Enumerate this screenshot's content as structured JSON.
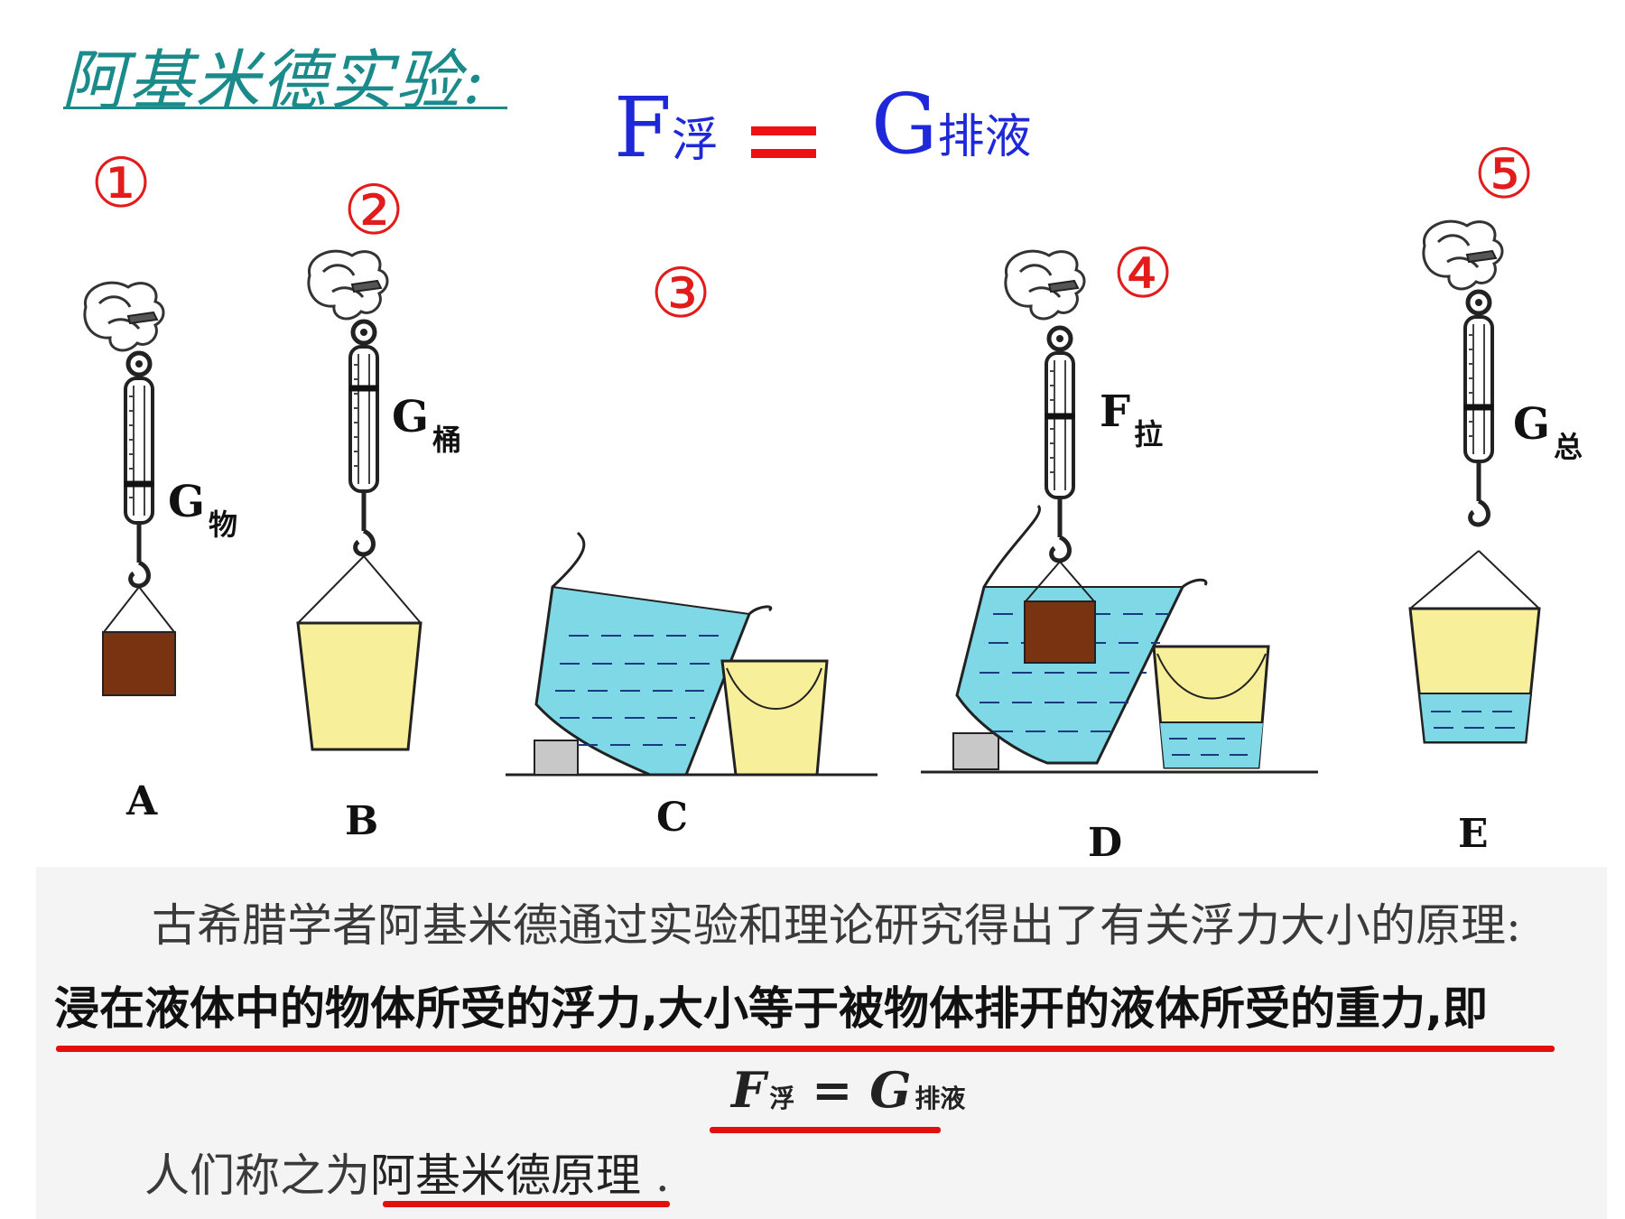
{
  "title": "阿基米德实验:",
  "formula": {
    "f": "F",
    "f_sub": "浮",
    "g": "G",
    "g_sub": "排液"
  },
  "steps": [
    "①",
    "②",
    "③",
    "④",
    "⑤"
  ],
  "panel_letters": [
    "A",
    "B",
    "C",
    "D",
    "E"
  ],
  "gauge_labels": {
    "a": {
      "main": "G",
      "sub": "物"
    },
    "b": {
      "main": "G",
      "sub": "桶"
    },
    "d": {
      "main": "F",
      "sub": "拉"
    },
    "e": {
      "main": "G",
      "sub": "总"
    }
  },
  "text": {
    "line1": "古希腊学者阿基米德通过实验和理论研究得出了有关浮力大小的原理:",
    "line2": "浸在液体中的物体所受的浮力,大小等于被物体排开的液体所受的重力,即",
    "formula_f": "F",
    "formula_f_sub": "浮",
    "formula_eq": " = ",
    "formula_g": "G",
    "formula_g_sub": "排液",
    "line4_prefix": "人们称之为",
    "line4_emph": "阿基米德原理",
    "line4_suffix": " ."
  },
  "colors": {
    "title": "#1a8a8a",
    "formula": "#1e28d8",
    "accent_red": "#e21b1b",
    "water": "#7fd8e6",
    "bucket": "#f7ef9a",
    "block": "#7a3310"
  }
}
